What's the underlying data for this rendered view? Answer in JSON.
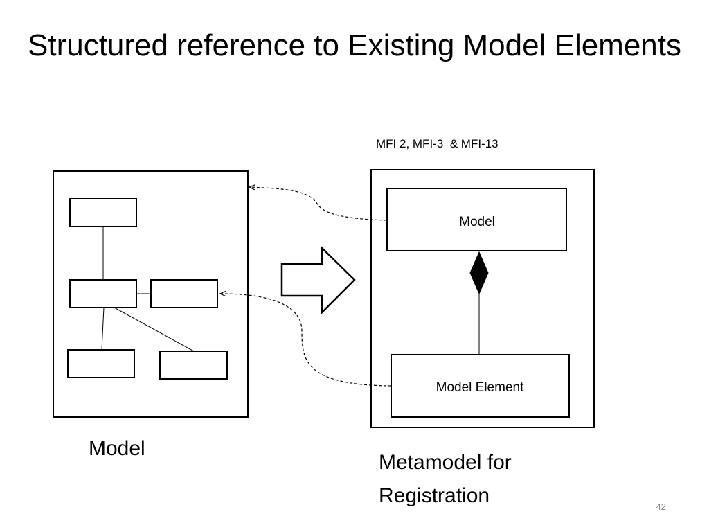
{
  "slide": {
    "title": "Structured reference to Existing Model Elements",
    "subtitle": "MFI 2, MFI-3  & MFI-13",
    "page_number": "42"
  },
  "left_panel": {
    "caption": "Model"
  },
  "right_panel": {
    "caption_line1": "Metamodel for",
    "caption_line2": "Registration",
    "model_box_label": "Model",
    "model_element_box_label": "Model Element"
  }
}
